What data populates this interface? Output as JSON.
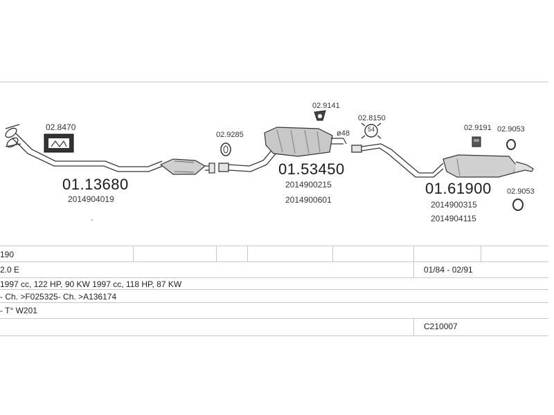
{
  "parts": {
    "front_pipe_code": "01.13680",
    "front_pipe_oe1": "2014904019",
    "mounting_kit_code": "02.8470",
    "clamp_a_code": "02.9285",
    "middle_silencer_code": "01.53450",
    "middle_silencer_oe1": "2014900215",
    "middle_silencer_oe2": "2014900601",
    "hanger_code": "02.9141",
    "diameter_label": "ø48",
    "clamp_b_code": "02.8150",
    "clamp_b_size": "54",
    "rear_silencer_code": "01.61900",
    "rear_silencer_oe1": "2014900315",
    "rear_silencer_oe2": "2014904115",
    "rubber_mount_code": "02.9191",
    "ring_a_code": "02.9053",
    "ring_b_code": "02.9053"
  },
  "table": {
    "model": "190",
    "engine": "2.0 E",
    "years": "01/84 - 02/91",
    "specs": "1997 cc, 122 HP, 90 KW 1997 cc, 118 HP, 87 KW",
    "chassis": "- Ch. >F025325- Ch. >A136174",
    "type": "- T° W201",
    "reference": "C210007"
  }
}
